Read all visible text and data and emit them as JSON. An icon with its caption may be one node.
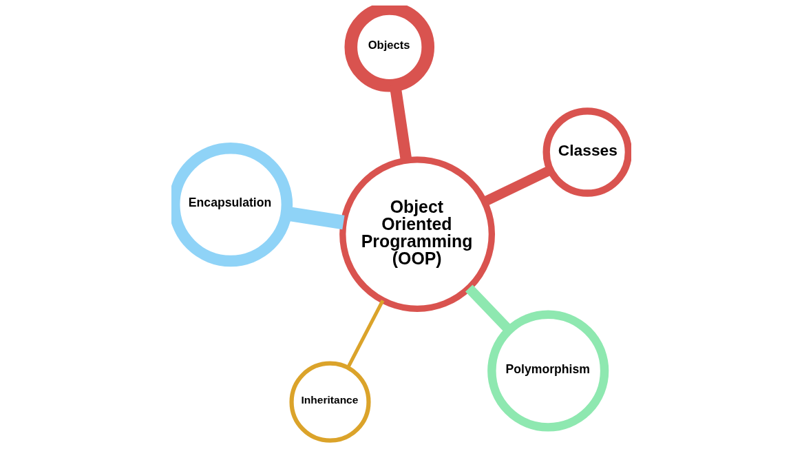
{
  "diagram": {
    "nodes": [
      {
        "text": [
          "Classes"
        ]
      },
      {
        "text": [
          "Polymorphism"
        ]
      },
      {
        "text": [
          "Object Oriented Programming (OOP)"
        ]
      },
      {
        "text": [
          "Encapsulation"
        ]
      },
      {
        "text": [
          "Objects"
        ]
      },
      {
        "text": [
          "Inheritance"
        ]
      }
    ],
    "edges": [
      {
        "from": 2,
        "to": 0,
        "arrow": "none",
        "color": "#d9534f"
      },
      {
        "from": 2,
        "to": 1,
        "arrow": "none",
        "color": "#8ee8b0"
      },
      {
        "from": 2,
        "to": 3,
        "arrow": "none",
        "color": "#8fd3f7"
      },
      {
        "from": 2,
        "to": 4,
        "arrow": "none",
        "color": "#d9534f"
      },
      {
        "from": 2,
        "to": 5,
        "arrow": "none",
        "color": "#dba32a"
      }
    ]
  }
}
